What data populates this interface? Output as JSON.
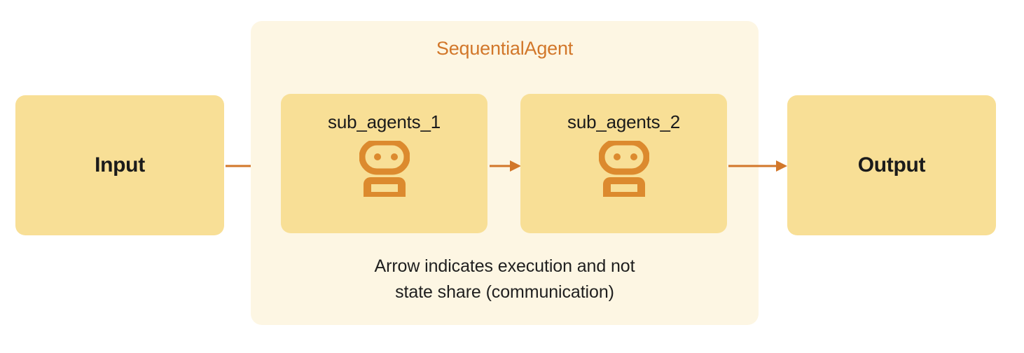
{
  "diagram": {
    "type": "flow",
    "title": "SequentialAgent",
    "colors": {
      "page_background": "#FFFFFF",
      "container_fill": "#FDF6E3",
      "node_fill": "#F8DF96",
      "accent_orange": "#D2772A",
      "icon_orange": "#DC8A2E",
      "text_dark": "#1B1B1B"
    },
    "input_node": {
      "label": "Input"
    },
    "output_node": {
      "label": "Output"
    },
    "container": {
      "title": "SequentialAgent",
      "caption_line_1": "Arrow indicates execution and not",
      "caption_line_2": "state share (communication)",
      "sub_agents": [
        {
          "label": "sub_agents_1",
          "icon": "robot-icon"
        },
        {
          "label": "sub_agents_2",
          "icon": "robot-icon"
        }
      ]
    },
    "arrows": [
      {
        "name": "arrow-input-to-sub1",
        "from": "Input",
        "to": "sub_agents_1"
      },
      {
        "name": "arrow-sub1-to-sub2",
        "from": "sub_agents_1",
        "to": "sub_agents_2"
      },
      {
        "name": "arrow-sub2-to-output",
        "from": "sub_agents_2",
        "to": "Output"
      }
    ]
  }
}
